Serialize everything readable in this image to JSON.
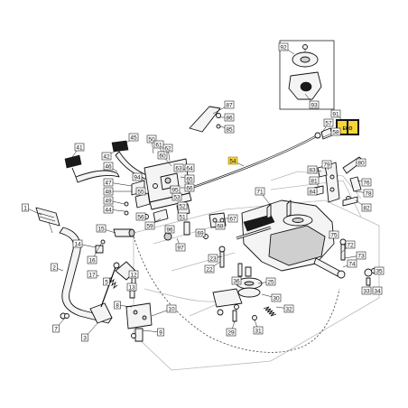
{
  "diagram": {
    "highlighted_callout": "54",
    "callouts": [
      "1",
      "2",
      "3",
      "5",
      "7",
      "8",
      "9",
      "10",
      "12",
      "13",
      "14",
      "15",
      "16",
      "17",
      "22",
      "23",
      "25",
      "29",
      "30",
      "31",
      "32",
      "33",
      "34",
      "35",
      "36",
      "41",
      "42",
      "44",
      "45",
      "46",
      "47",
      "48",
      "49",
      "50",
      "51",
      "52",
      "53",
      "54",
      "55",
      "56",
      "57",
      "58",
      "59",
      "60",
      "61",
      "62",
      "63",
      "64",
      "65",
      "66",
      "67",
      "68",
      "69",
      "71",
      "72",
      "73",
      "74",
      "75",
      "76",
      "78",
      "79",
      "80",
      "81",
      "82",
      "83",
      "84",
      "85",
      "86",
      "87",
      "91",
      "92",
      "93",
      "94",
      "95",
      "96",
      "97"
    ],
    "decal_text": "ECO"
  }
}
